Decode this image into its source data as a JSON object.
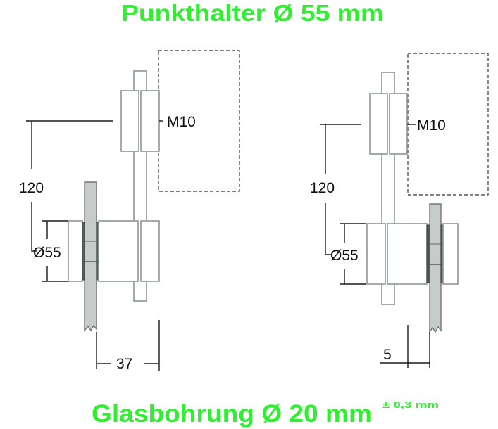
{
  "title": "Punkthalter Ø 55 mm",
  "footer": {
    "text": "Glasbohrung Ø 20 mm",
    "tolerance": "± 0,3 mm"
  },
  "colors": {
    "title": "#2ef02e",
    "glass": "#c6cccb"
  },
  "left_drawing": {
    "thread_label": "M10",
    "height_label": "120",
    "diameter_label": "Ø55",
    "offset_label": "37"
  },
  "right_drawing": {
    "thread_label": "M10",
    "height_label": "120",
    "diameter_label": "Ø55",
    "offset_label": "5"
  }
}
